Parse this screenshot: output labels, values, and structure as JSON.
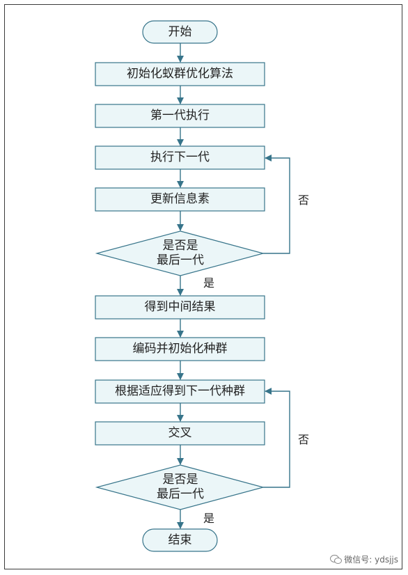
{
  "nodes": {
    "start": "开始",
    "init_aco": "初始化蚁群优化算法",
    "first_gen": "第一代执行",
    "next_gen": "执行下一代",
    "update_pheromone": "更新信息素",
    "decision1": "是否是\n最后一代",
    "intermediate": "得到中间结果",
    "encode_init": "编码并初始化种群",
    "fitness_next": "根据适应得到下一代种群",
    "crossover": "交叉",
    "decision2": "是否是\n最后一代",
    "end": "结束"
  },
  "edges": {
    "no_1": "否",
    "yes_1": "是",
    "no_2": "否",
    "yes_2": "是"
  },
  "watermark": "微信号: ydsjjs",
  "colors": {
    "box_fill": "#ebf6f8",
    "box_stroke": "#37748a",
    "arrow": "#37748a",
    "frame": "#3a3a3a"
  }
}
